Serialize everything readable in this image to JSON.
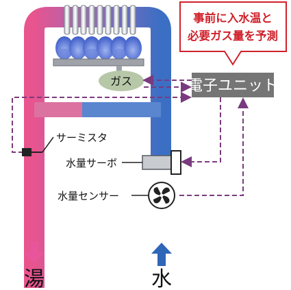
{
  "callout": {
    "line1": "事前に入水温と",
    "line2": "必要ガス量を予測",
    "border_color": "#d0202a"
  },
  "unit": {
    "label": "電子ユニット",
    "color": "#757575"
  },
  "gas": {
    "label": "ガス"
  },
  "labels": {
    "thermistor": "サーミスタ",
    "servo": "水量サーボ",
    "sensor": "水量センサー"
  },
  "outlet": {
    "label": "湯",
    "arrow_color": "#e8559a"
  },
  "inlet": {
    "label": "水",
    "arrow_color": "#2f66b8"
  },
  "colors": {
    "hot_pipe_top": "#e8548e",
    "hot_pipe_bottom": "#f79a3c",
    "cold_pipe": "#3a6fc4",
    "signal_line": "#7a3a7e",
    "flame": "#4f6fd0"
  }
}
